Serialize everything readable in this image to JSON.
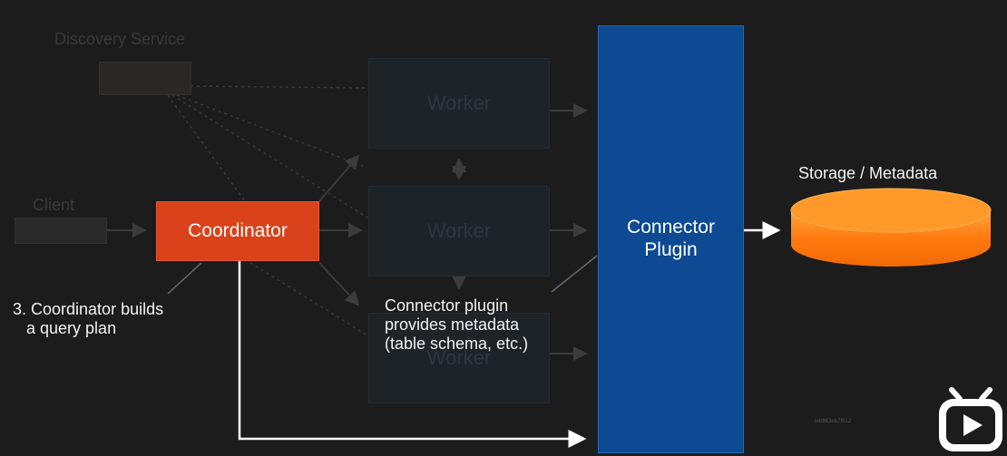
{
  "diagram": {
    "discovery_service": "Discovery Service",
    "client": "Client",
    "workers": [
      "Worker",
      "Worker",
      "Worker"
    ],
    "coordinator": "Coordinator",
    "connector_plugin": "Connector\nPlugin",
    "storage_title": "Storage / Metadata",
    "step_caption": "3. Coordinator builds\n   a query plan",
    "connector_caption": "Connector plugin\nprovides metadata\n(table schema, etc.)"
  },
  "watermark": "Ieb863eb7f912",
  "logo": {
    "name": "bilibili-play-logo",
    "color": "#ffffff"
  },
  "colors": {
    "background": "#1c1c1c",
    "coordinator": "#d9421a",
    "connector": "#0d4a93",
    "storage": "#ff8c1a"
  }
}
